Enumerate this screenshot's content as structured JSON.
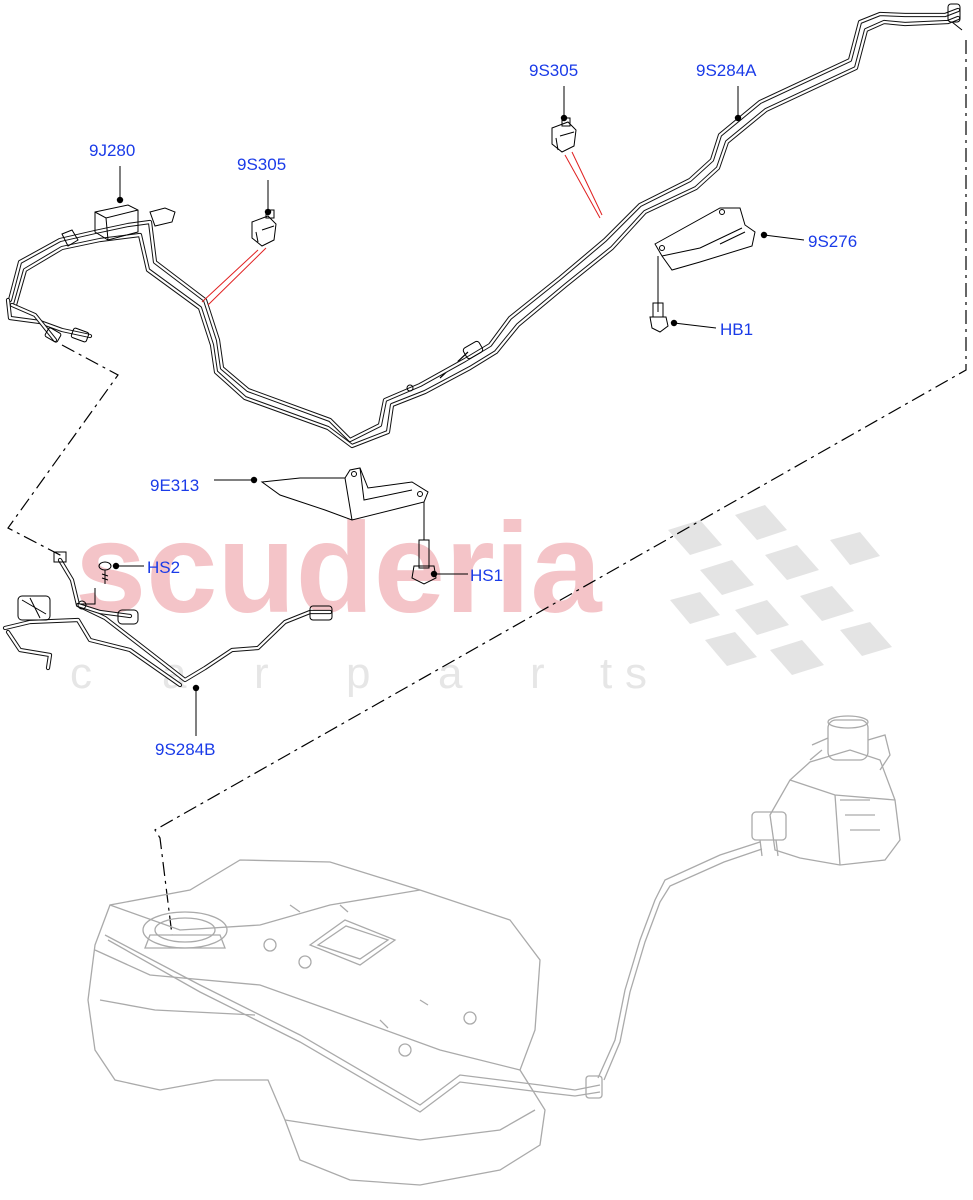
{
  "watermark": {
    "brand": "scuderia",
    "sub_letters": [
      "c",
      "a",
      "r",
      "p",
      "a",
      "r",
      "t",
      "s"
    ],
    "color": "#f4c4c8"
  },
  "labels": {
    "9J280": "9J280",
    "9S305_left": "9S305",
    "9S305_right": "9S305",
    "9S284A": "9S284A",
    "9S276": "9S276",
    "HB1": "HB1",
    "9E313": "9E313",
    "HS2": "HS2",
    "HS1": "HS1",
    "9S284B": "9S284B"
  },
  "colors": {
    "label": "#1a3be8",
    "leader": "#000000",
    "callout_red": "#e02020",
    "ghost_parts": "#aaaaaa"
  }
}
